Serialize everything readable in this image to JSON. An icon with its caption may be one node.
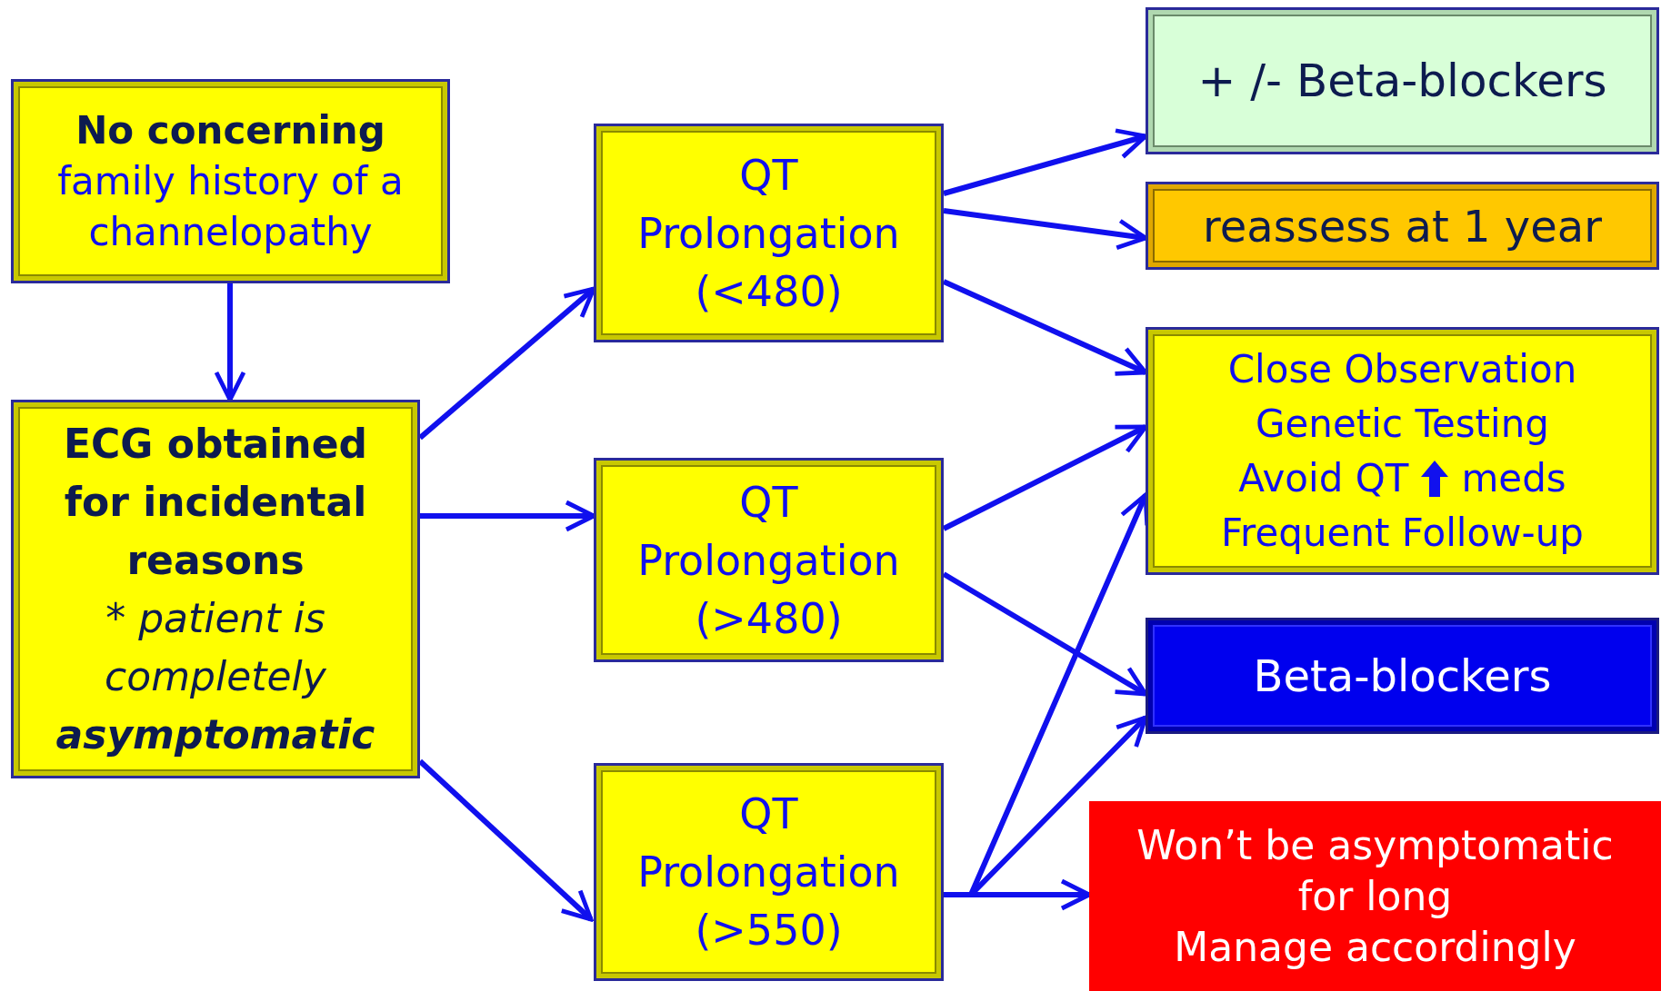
{
  "diagram": {
    "nodes": [
      {
        "text": [
          "**No concerning** family history of a channelopathy"
        ]
      },
      {
        "text": [
          "ECG obtained for incidental reasons",
          "* patient is completely **asymptomatic**"
        ]
      },
      {
        "text": [
          "QT Prolongation (<480)"
        ]
      },
      {
        "text": [
          "QT Prolongation (>480)"
        ]
      },
      {
        "text": [
          "QT Prolongation (>550)"
        ]
      },
      {
        "text": [
          "+ /- Beta-blockers"
        ]
      },
      {
        "text": [
          "reassess at 1 year"
        ]
      },
      {
        "text": [
          "Close Observation",
          "Genetic Testing",
          "Avoid QT",
          "meds",
          "Frequent Follow-up"
        ]
      },
      {
        "text": [
          "Beta-blockers"
        ]
      },
      {
        "text": [
          "Won’t be asymptomatic for long",
          "Manage accordingly"
        ]
      }
    ],
    "edges": [
      {
        "from": 0,
        "to": 1,
        "arrow": "to"
      },
      {
        "from": 1,
        "to": 2,
        "arrow": "to"
      },
      {
        "from": 1,
        "to": 3,
        "arrow": "to"
      },
      {
        "from": 1,
        "to": 4,
        "arrow": "to"
      },
      {
        "from": 2,
        "to": 5,
        "arrow": "to"
      },
      {
        "from": 2,
        "to": 6,
        "arrow": "to"
      },
      {
        "from": 2,
        "to": 7,
        "arrow": "to"
      },
      {
        "from": 3,
        "to": 7,
        "arrow": "to"
      },
      {
        "from": 3,
        "to": 8,
        "arrow": "to"
      },
      {
        "from": 4,
        "to": 7,
        "arrow": "to"
      },
      {
        "from": 4,
        "to": 8,
        "arrow": "to"
      },
      {
        "from": 4,
        "to": 9,
        "arrow": "to"
      }
    ]
  }
}
